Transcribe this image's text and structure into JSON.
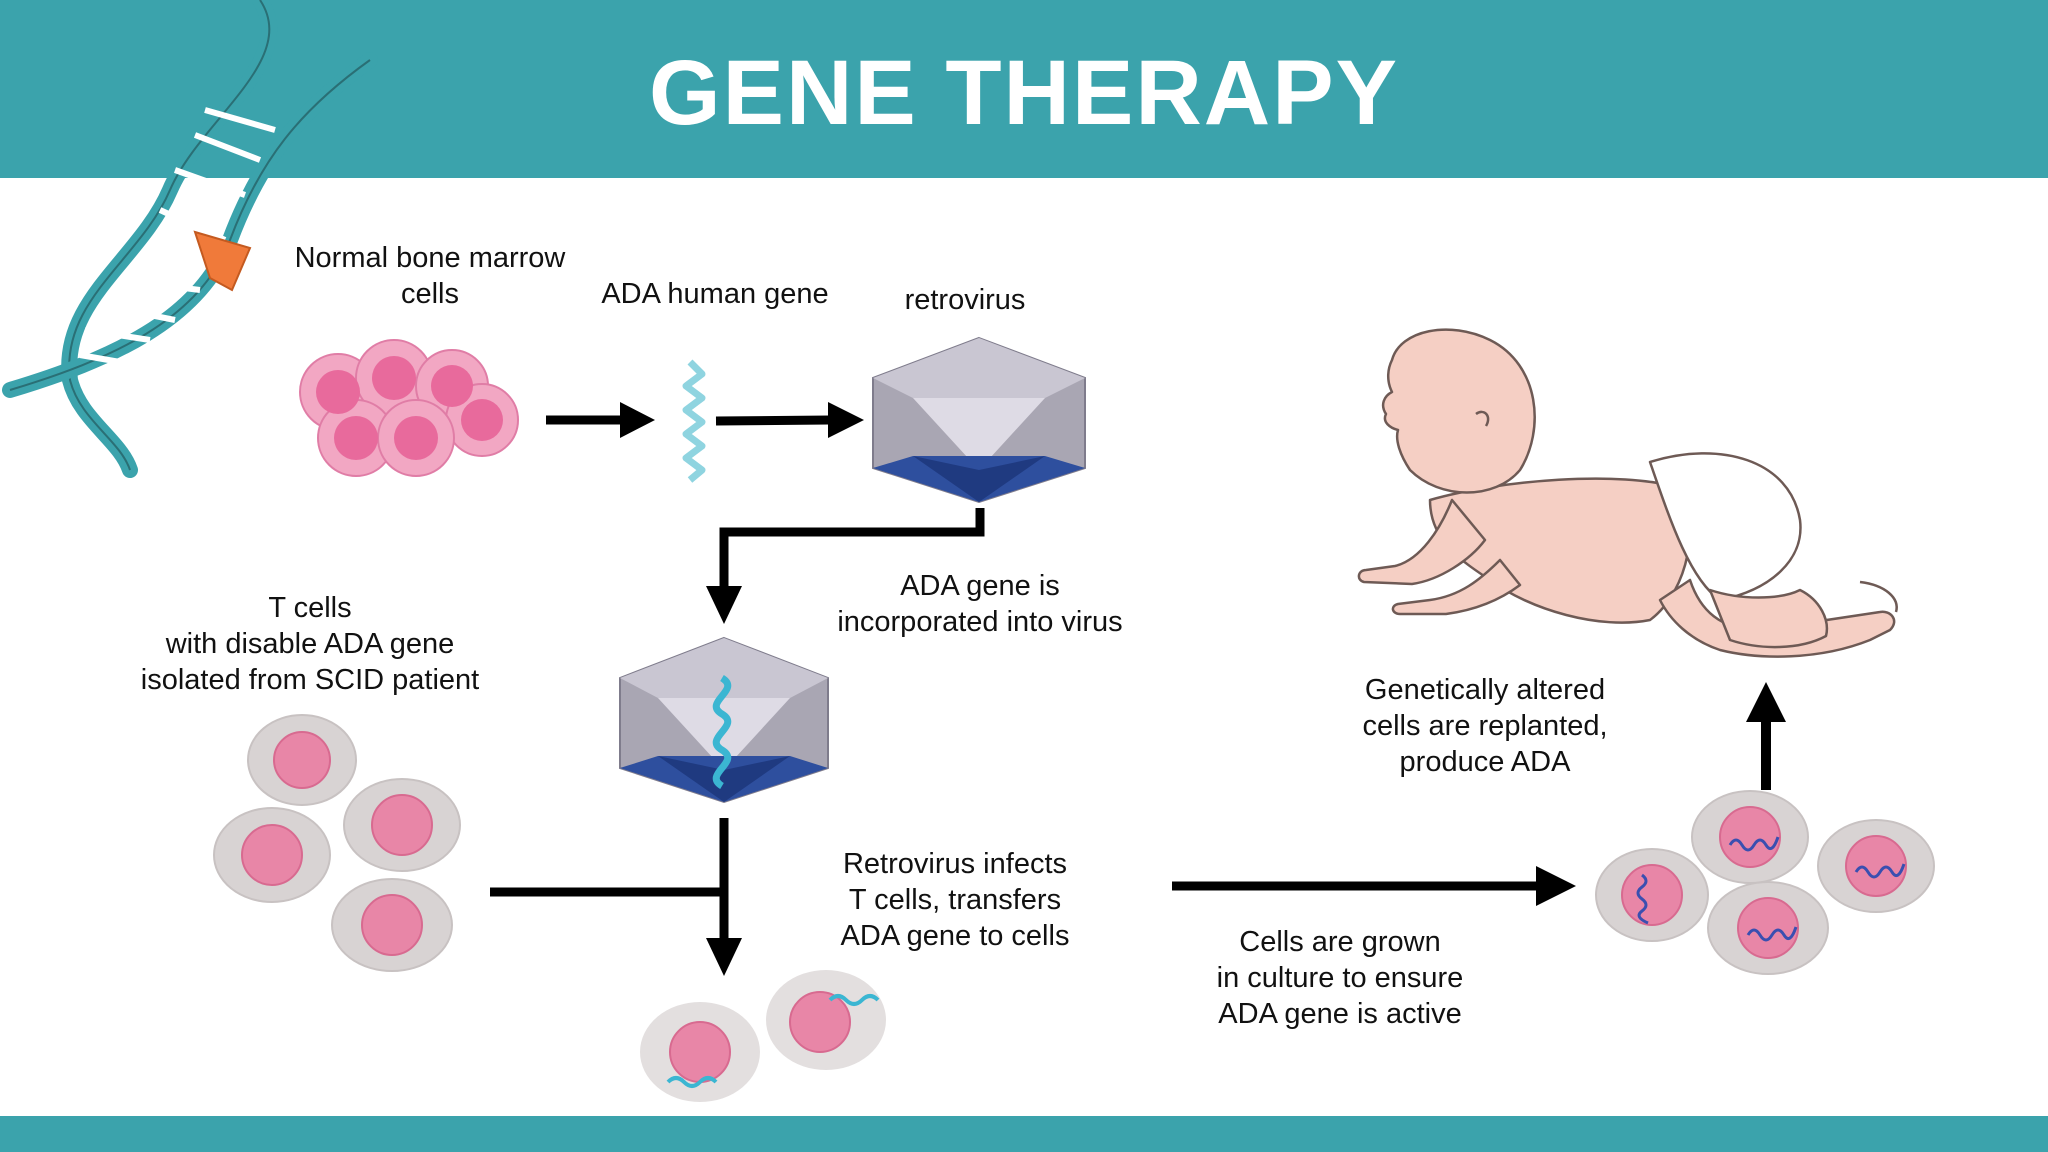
{
  "title": "GENE THERAPY",
  "colors": {
    "header_teal": "#3ba3ac",
    "arrow": "#000000",
    "cell_pink": "#e86a9c",
    "cell_pink_light": "#f2a7c3",
    "tcell_grey": "#d8d3d3",
    "virus_grey": "#a9a6b3",
    "virus_blue": "#2e4f9e",
    "gene_blue": "#3bb6d2",
    "dna_accent": "#f07a3a",
    "baby_skin": "#f5cfc4"
  },
  "icons": {
    "dna": "dna-helix-icon",
    "virus": "icosahedral-virus-icon",
    "baby": "crawling-baby-illustration"
  },
  "labels": {
    "bone_marrow": "Normal bone marrow\ncells",
    "ada_gene": "ADA human gene",
    "retrovirus": "retrovirus",
    "incorporated": "ADA gene is\nincorporated into virus",
    "t_cells": "T cells\nwith disable ADA gene\nisolated from SCID patient",
    "infects": "Retrovirus infects\nT cells, transfers\nADA gene to cells",
    "grown": "Cells are grown\nin culture to ensure\nADA gene is active",
    "replanted": "Genetically altered\ncells are replanted,\nproduce ADA"
  }
}
